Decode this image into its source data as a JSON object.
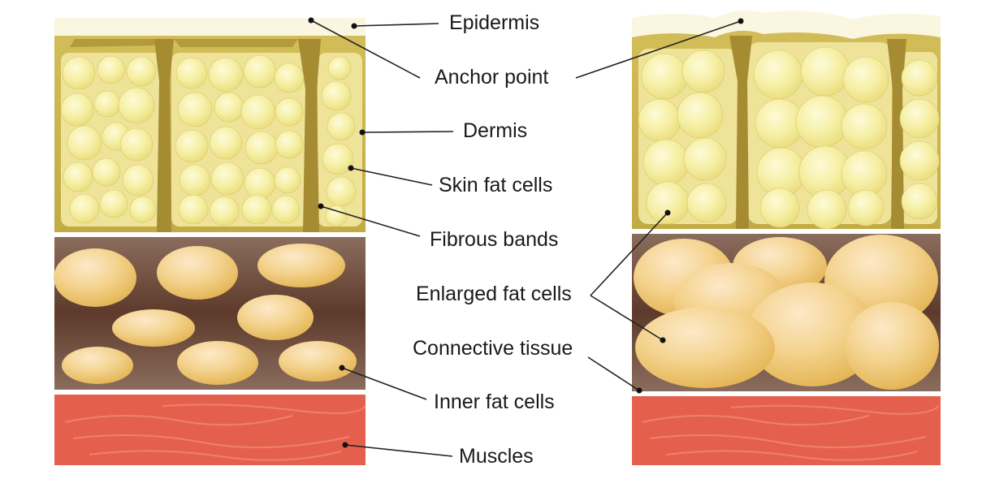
{
  "labels": {
    "epidermis": "Epidermis",
    "anchor_point": "Anchor point",
    "dermis": "Dermis",
    "skin_fat_cells": "Skin fat cells",
    "fibrous_bands": "Fibrous bands",
    "enlarged_fat_cells": "Enlarged fat cells",
    "connective_tissue": "Connective tissue",
    "inner_fat_cells": "Inner fat cells",
    "muscles": "Muscles"
  },
  "colors": {
    "epidermis": "#fbf6df",
    "dermis": "#c9b34a",
    "fat_cell": "#f3eb9a",
    "subcutaneous": "#6e4a39",
    "inner_fat": "#f2cd82",
    "muscle": "#e5604c",
    "leader_line": "#222222"
  }
}
